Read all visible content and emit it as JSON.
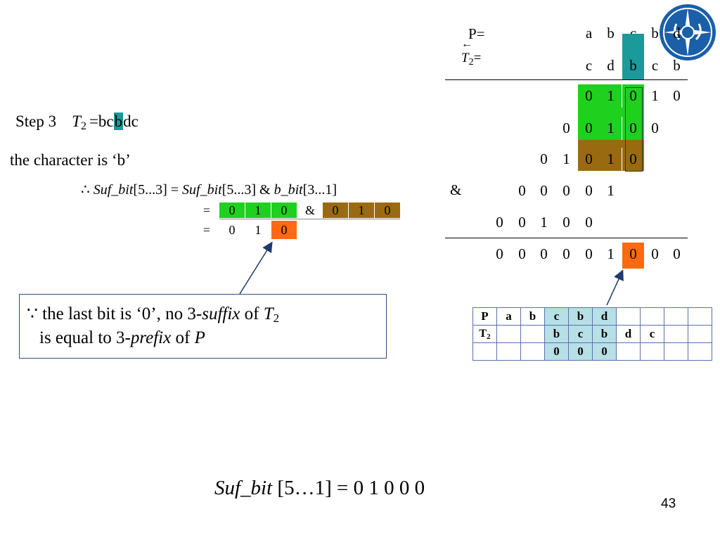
{
  "logo": {
    "name": "university-seal"
  },
  "right_table": {
    "p_label": "P=",
    "p_chars": [
      "a",
      "b",
      "c",
      "b",
      "d"
    ],
    "t_label_letter": "T",
    "t_label_sub": "2",
    "t_label_eq": "=",
    "t_arrow": "←",
    "t_chars": [
      "c",
      "d",
      "b",
      "c",
      "b"
    ],
    "rows": {
      "r1": [
        "0",
        "1",
        "0",
        "1",
        "0"
      ],
      "r2": [
        "0",
        "0",
        "1",
        "0",
        "0"
      ],
      "r3": [
        "0",
        "1",
        "0",
        "1",
        "0"
      ],
      "and_symbol": "&",
      "r4": [
        "0",
        "0",
        "0",
        "0",
        "1"
      ],
      "r5": [
        "0",
        "0",
        "1",
        "0",
        "0"
      ],
      "result": [
        "0",
        "0",
        "0",
        "0",
        "0",
        "1",
        "0",
        "0",
        "0"
      ]
    }
  },
  "left": {
    "step_label": "Step 3",
    "t2_letter": "T",
    "t2_sub": "2",
    "t2_eq": "=",
    "t2_chars": [
      "b",
      "c",
      "b",
      "d",
      "c"
    ],
    "character_line": "the character is ‘b’",
    "formula": {
      "therefore": "∴",
      "lhs_name": "Suf_bit",
      "lhs_range": "[5...3] = ",
      "rhs_name": "Suf_bit",
      "rhs_range": "[5...3]  &  ",
      "bbit_name": "b_bit",
      "bbit_range": "[3...1]"
    },
    "line2": {
      "eq": "=",
      "a": [
        "0",
        "1",
        "0"
      ],
      "amp": "&",
      "b": [
        "0",
        "1",
        "0"
      ]
    },
    "line3": {
      "eq": "=",
      "c": [
        "0",
        "1",
        "0"
      ]
    }
  },
  "callout": {
    "because": "∵",
    "text1": " the last bit is ‘0’, no 3-",
    "suffix": "suffix",
    "text2": " of ",
    "t": "T",
    "t_sub": "2",
    "line2_a": "is equal to 3-",
    "prefix": "prefix",
    "line2_b": " of ",
    "p": "P"
  },
  "grid": {
    "rows": [
      [
        "P",
        "a",
        "b",
        "c",
        "b",
        "d",
        "",
        "",
        "",
        ""
      ],
      [
        "T2",
        "",
        "",
        "b",
        "c",
        "b",
        "d",
        "c",
        "",
        ""
      ],
      [
        "",
        "",
        "",
        "0",
        "0",
        "0",
        "",
        "",
        "",
        ""
      ]
    ]
  },
  "footer": {
    "name": "Suf_bit",
    "rest": " [5…1] = 0 1 0 0 0"
  },
  "page_number": "43",
  "colors": {
    "green": "#1fd01f",
    "brown": "#9a6a10",
    "teal": "#1a9a9a",
    "orange": "#ff6a10",
    "light_blue": "#b7dfe6",
    "seal_blue": "#1a5fa8"
  }
}
